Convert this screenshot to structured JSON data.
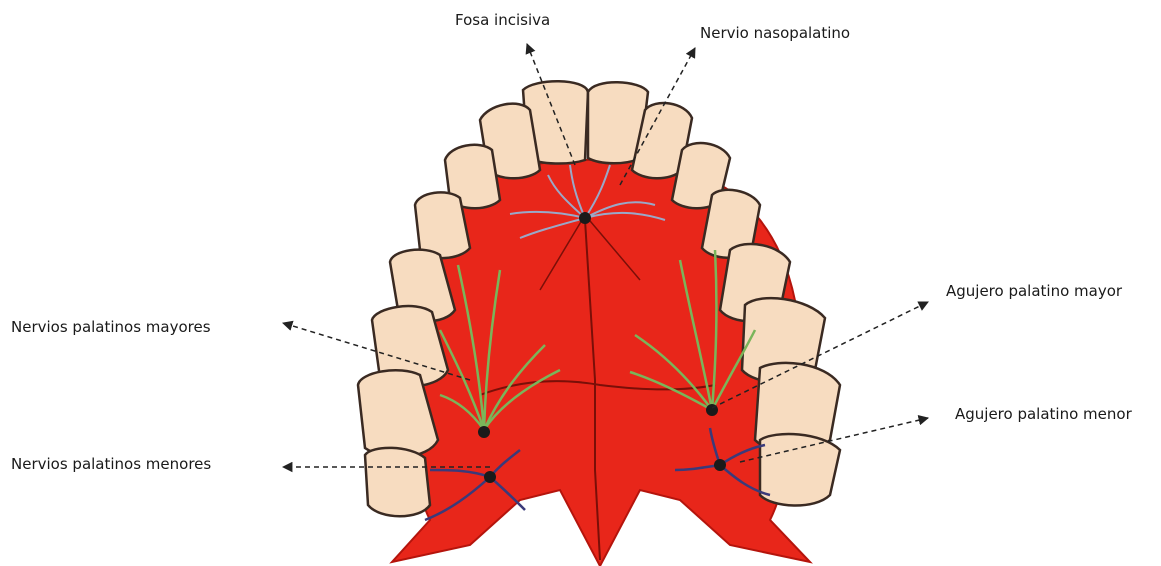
{
  "labels": {
    "fosa_incisiva": "Fosa incisiva",
    "nervio_nasopalatino": "Nervio nasopalatino",
    "agujero_palatino_mayor": "Agujero palatino mayor",
    "nervios_palatinos_mayores": "Nervios palatinos mayores",
    "agujero_palatino_menor": "Agujero palatino menor",
    "nervios_palatinos_menores": "Nervios palatinos menores"
  },
  "colors": {
    "palate": "#e8261a",
    "palate_dark": "#b5140c",
    "tooth": "#f7dcc0",
    "tooth_outline": "#3a2a22",
    "nasopalatine_nerve": "#9aa8c8",
    "greater_palatine_nerve": "#7ab55a",
    "lesser_palatine_nerve": "#3a3a7a",
    "leader_line": "#222222"
  }
}
